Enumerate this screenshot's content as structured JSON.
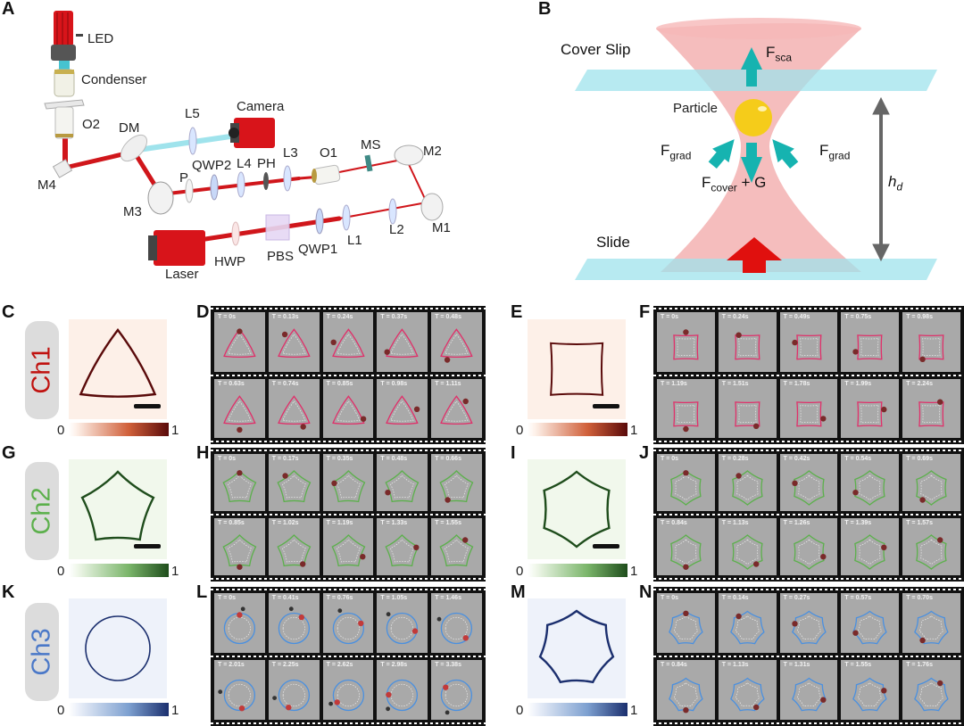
{
  "panels": {
    "A": {
      "letter": "A",
      "labels": {
        "led": "LED",
        "condenser": "Condenser",
        "o2": "O2",
        "dm": "DM",
        "l5": "L5",
        "camera": "Camera",
        "m4": "M4",
        "p": "P",
        "qwp2": "QWP2",
        "l4": "L4",
        "ph": "PH",
        "l3": "L3",
        "o1": "O1",
        "ms": "MS",
        "m2": "M2",
        "m3": "M3",
        "m1": "M1",
        "laser": "Laser",
        "hwp": "HWP",
        "pbs": "PBS",
        "qwp1": "QWP1",
        "l1": "L1",
        "l2": "L2"
      }
    },
    "B": {
      "letter": "B",
      "labels": {
        "cover_slip": "Cover Slip",
        "slide": "Slide",
        "particle": "Particle",
        "f": "F",
        "sca": "sca",
        "grad": "grad",
        "cover": "cover",
        "plus_g": "+ G",
        "h": "h",
        "d": "d"
      }
    },
    "C": {
      "letter": "C",
      "channel": "Ch1",
      "shape": "triangle",
      "color": "#c0120f",
      "cmap_end": "#5a0a0a",
      "cmap_mid": "#d0603a",
      "bg": "#fdf0e8",
      "cbar_min": "0",
      "cbar_max": "1"
    },
    "E": {
      "letter": "E",
      "shape": "square",
      "color": "#c0120f",
      "cmap_end": "#5a0a0a",
      "cmap_mid": "#d0603a",
      "bg": "#fdf0e8",
      "cbar_min": "0",
      "cbar_max": "1"
    },
    "G": {
      "letter": "G",
      "channel": "Ch2",
      "shape": "pentagon",
      "color": "#5cb04c",
      "cmap_end": "#1f4d1c",
      "cmap_mid": "#7ab56a",
      "bg": "#f1f8ec",
      "cbar_min": "0",
      "cbar_max": "1"
    },
    "I": {
      "letter": "I",
      "shape": "hexagon",
      "color": "#5cb04c",
      "cmap_end": "#1f4d1c",
      "cmap_mid": "#7ab56a",
      "bg": "#f1f8ec",
      "cbar_min": "0",
      "cbar_max": "1"
    },
    "K": {
      "letter": "K",
      "channel": "Ch3",
      "shape": "circle",
      "color": "#4a78c8",
      "cmap_end": "#1b2f6e",
      "cmap_mid": "#7da0d0",
      "bg": "#eef2fa",
      "cbar_min": "0",
      "cbar_max": "1"
    },
    "M": {
      "letter": "M",
      "shape": "heptagon",
      "color": "#4a78c8",
      "cmap_end": "#1b2f6e",
      "cmap_mid": "#7da0d0",
      "bg": "#eef2fa",
      "cbar_min": "0",
      "cbar_max": "1"
    },
    "D": {
      "letter": "D",
      "shape": "triangle",
      "outline": "#e0306a",
      "times": [
        "T = 0s",
        "T = 0.13s",
        "T = 0.24s",
        "T = 0.37s",
        "T = 0.48s",
        "T = 0.63s",
        "T = 0.74s",
        "T = 0.85s",
        "T = 0.98s",
        "T = 1.11s"
      ]
    },
    "F": {
      "letter": "F",
      "shape": "square",
      "outline": "#e0306a",
      "times": [
        "T = 0s",
        "T = 0.24s",
        "T = 0.49s",
        "T = 0.75s",
        "T = 0.98s",
        "T = 1.19s",
        "T = 1.51s",
        "T = 1.78s",
        "T = 1.99s",
        "T = 2.24s"
      ]
    },
    "H": {
      "letter": "H",
      "shape": "pentagon",
      "outline": "#5cb04c",
      "times": [
        "T = 0s",
        "T = 0.17s",
        "T = 0.35s",
        "T = 0.48s",
        "T = 0.66s",
        "T = 0.85s",
        "T = 1.02s",
        "T = 1.19s",
        "T = 1.33s",
        "T = 1.55s"
      ]
    },
    "J": {
      "letter": "J",
      "shape": "hexagon",
      "outline": "#5cb04c",
      "times": [
        "T = 0s",
        "T = 0.28s",
        "T = 0.42s",
        "T = 0.54s",
        "T = 0.69s",
        "T = 0.84s",
        "T = 1.13s",
        "T = 1.26s",
        "T = 1.39s",
        "T = 1.57s"
      ]
    },
    "L": {
      "letter": "L",
      "shape": "circle",
      "outline": "#4a90e0",
      "times": [
        "T = 0s",
        "T = 0.41s",
        "T = 0.76s",
        "T = 1.05s",
        "T = 1.46s",
        "T = 2.01s",
        "T = 2.25s",
        "T = 2.62s",
        "T = 2.98s",
        "T = 3.38s"
      ]
    },
    "N": {
      "letter": "N",
      "shape": "heptagon",
      "outline": "#4a90e0",
      "times": [
        "T = 0s",
        "T = 0.14s",
        "T = 0.27s",
        "T = 0.57s",
        "T = 0.70s",
        "T = 0.84s",
        "T = 1.13s",
        "T = 1.31s",
        "T = 1.55s",
        "T = 1.76s"
      ]
    }
  },
  "colors": {
    "laser_beam": "#d0161b",
    "imaging_beam": "#8fd8e0",
    "trap_cone": "#f2a7a7",
    "glass": "#9fe3ec",
    "force_arrow": "#16b3b0",
    "particle": "#f5cc1a",
    "push_arrow": "#e0100e",
    "hd_arrow": "#666666"
  }
}
